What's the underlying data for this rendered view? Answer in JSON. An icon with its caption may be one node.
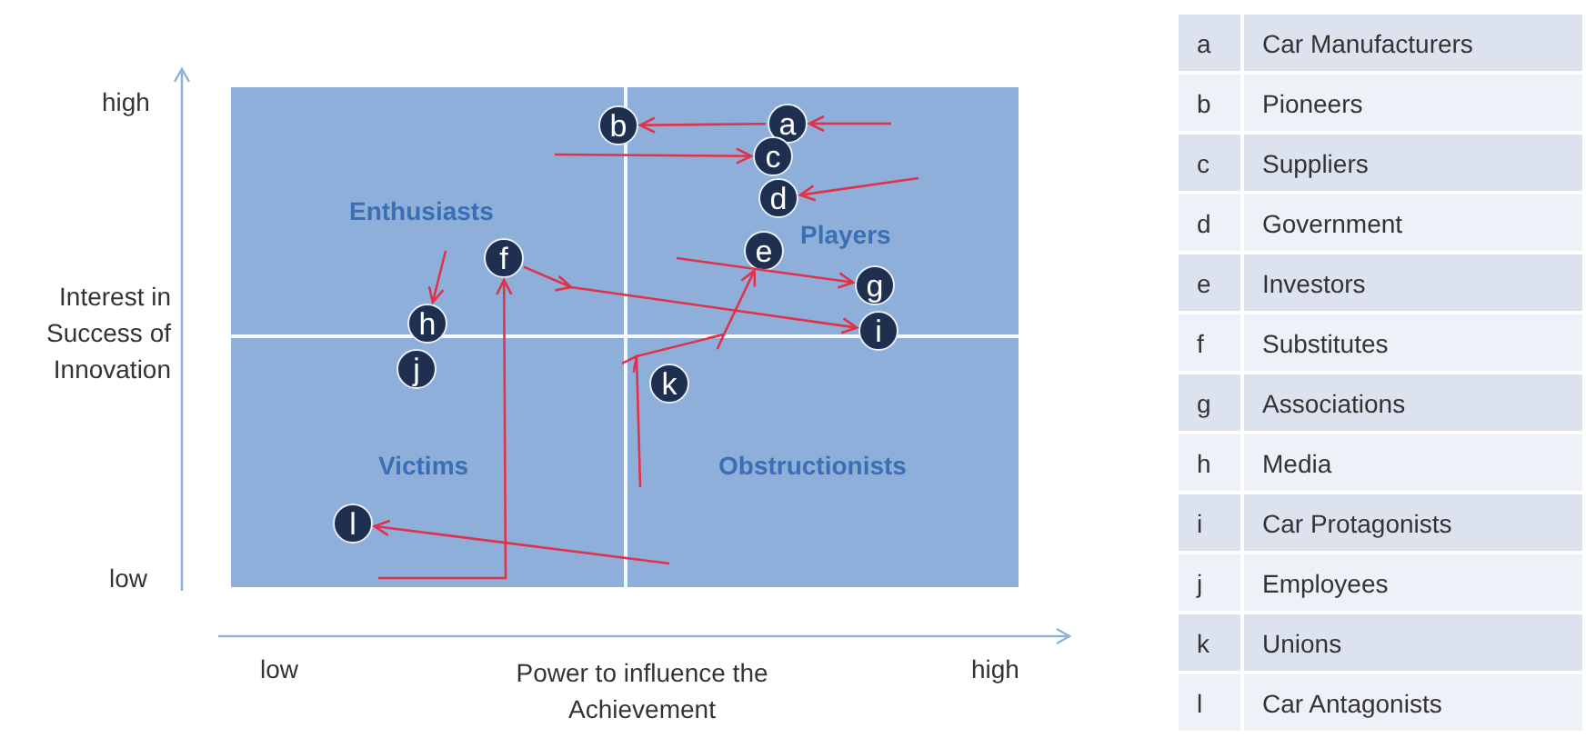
{
  "diagram": {
    "nodes": [
      {
        "text": [
          "a"
        ]
      },
      {
        "text": [
          "b"
        ]
      },
      {
        "text": [
          "c"
        ]
      },
      {
        "text": [
          "d"
        ]
      },
      {
        "text": [
          "e"
        ]
      },
      {
        "text": [
          "f"
        ]
      },
      {
        "text": [
          "g"
        ]
      },
      {
        "text": [
          "h"
        ]
      },
      {
        "text": [
          "i"
        ]
      },
      {
        "text": [
          "j"
        ]
      },
      {
        "text": [
          "k"
        ]
      },
      {
        "text": [
          "l"
        ]
      }
    ],
    "edges": [
      {
        "from": null,
        "to": 0,
        "arrow": "to"
      },
      {
        "from": 0,
        "to": 1,
        "arrow": "to"
      },
      {
        "from": null,
        "to": 2,
        "arrow": "to"
      },
      {
        "from": null,
        "to": 3,
        "arrow": "to"
      },
      {
        "from": null,
        "to": 4,
        "arrow": "to"
      },
      {
        "from": 5,
        "to": 8,
        "arrow": "to"
      },
      {
        "from": null,
        "to": 7,
        "arrow": "to"
      },
      {
        "from": null,
        "to": 6,
        "arrow": "to"
      },
      {
        "from": null,
        "to": 5,
        "arrow": "to"
      },
      {
        "from": null,
        "to": 11,
        "arrow": "to"
      }
    ],
    "labels": [
      "high",
      "Enthusiasts",
      "Players",
      "Interest in Success of Innovation",
      "Victims",
      "Obstructionists",
      "low",
      "low",
      "Power to influence the Achievement",
      "high",
      "a",
      "Car Manufacturers",
      "b",
      "Pioneers",
      "c",
      "Suppliers",
      "d",
      "Government",
      "e",
      "Investors",
      "f",
      "Substitutes",
      "g",
      "Associations",
      "h",
      "Media",
      "i",
      "Car Protagonists",
      "j",
      "Employees",
      "k",
      "Unions",
      "l",
      "Car Antagonists"
    ]
  }
}
